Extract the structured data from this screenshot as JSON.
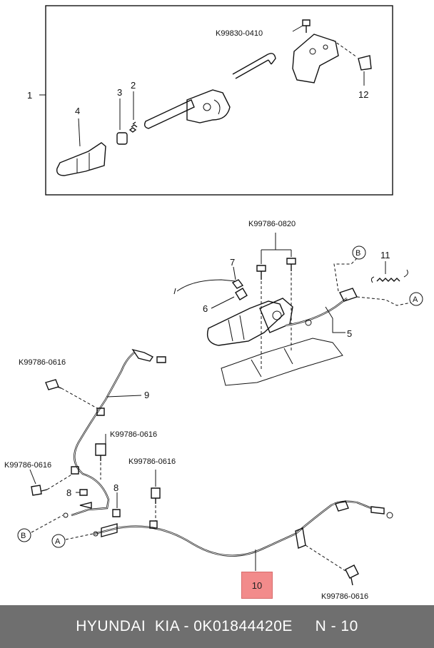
{
  "parts": {
    "assembly": "1",
    "spring_pin": "2",
    "button": "3",
    "grip": "4",
    "front_cable": "5",
    "switch": "6",
    "clip": "7",
    "bracket_clip": "8",
    "rear_cable_left": "9",
    "rear_cable_right": "10",
    "return_spring": "11",
    "lever_bracket": "12"
  },
  "part_numbers": {
    "top_bolt": "K99830-0410",
    "lever_bolts": "K99786-0820",
    "bolt_9_upper": "K99786-0616",
    "bolt_9_mid": "K99786-0616",
    "bolt_9_lower": "K99786-0616",
    "bolt_mid": "K99786-0616",
    "bolt_10": "K99786-0616"
  },
  "connectors": {
    "a": "A",
    "b": "B"
  },
  "footer": {
    "text": "HYUNDAI  KIA - 0K01844420E     N - 10"
  },
  "highlight": {
    "color": "#f28b8b"
  }
}
